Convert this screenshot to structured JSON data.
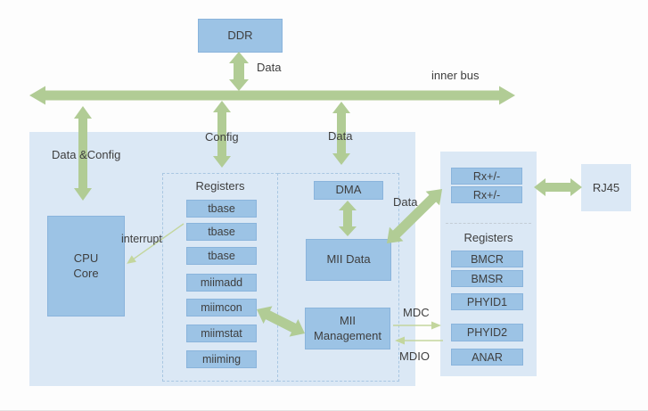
{
  "colors": {
    "box_fill": "#9CC3E5",
    "box_border": "#8AB4DC",
    "panel_fill": "#DBE8F5",
    "arrow_green": "#B1CC95",
    "arrow_light": "#C3D69D",
    "dash_border": "#A9C7E2",
    "text": "#3E3E3E",
    "background": "#FDFDFD"
  },
  "blocks": {
    "ddr": "DDR",
    "cpu_core": "CPU Core",
    "dma": "DMA",
    "mii_data": "MII Data",
    "mii_management": "MII Management",
    "rj45": "RJ45"
  },
  "mac_registers": {
    "title": "Registers",
    "items": [
      "tbase",
      "tbase",
      "tbase",
      "miimadd",
      "miimcon",
      "miimstat",
      "miiming"
    ]
  },
  "phy": {
    "rx_top": "Rx+/-",
    "rx_bottom": "Rx+/-",
    "registers_title": "Registers",
    "registers": [
      "BMCR",
      "BMSR",
      "PHYID1",
      "PHYID2",
      "ANAR"
    ]
  },
  "labels": {
    "inner_bus": "inner bus",
    "ddr_data": "Data",
    "data_config": "Data &Config",
    "config": "Config",
    "bus_data": "Data",
    "mii_rx_data": "Data",
    "interrupt": "interrupt",
    "mdc": "MDC",
    "mdio": "MDIO"
  }
}
